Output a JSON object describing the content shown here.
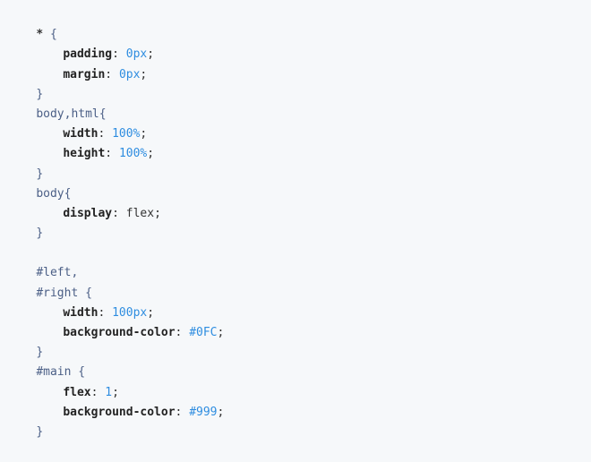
{
  "code": {
    "star_selector": "*",
    "open_brace": "{",
    "close_brace": "}",
    "star_rules": [
      {
        "property": "padding",
        "value": "0px"
      },
      {
        "property": "margin",
        "value": "0px"
      }
    ],
    "body_html_selector": "body,html",
    "body_html_rules": [
      {
        "property": "width",
        "value": "100%"
      },
      {
        "property": "height",
        "value": "100%"
      }
    ],
    "body_selector": "body",
    "body_rules": [
      {
        "property": "display",
        "value": "flex"
      }
    ],
    "left_selector": "#left,",
    "right_selector": "#right",
    "left_right_rules": [
      {
        "property": "width",
        "value": "100px"
      },
      {
        "property": "background-color",
        "value": "#0FC"
      }
    ],
    "main_selector": "#main",
    "main_rules": [
      {
        "property": "flex",
        "value": "1"
      },
      {
        "property": "background-color",
        "value": "#999"
      }
    ]
  },
  "colors": {
    "background": "#f6f8fa",
    "selector": "#4b5f86",
    "number": "#2e8de0",
    "property": "#222222"
  }
}
